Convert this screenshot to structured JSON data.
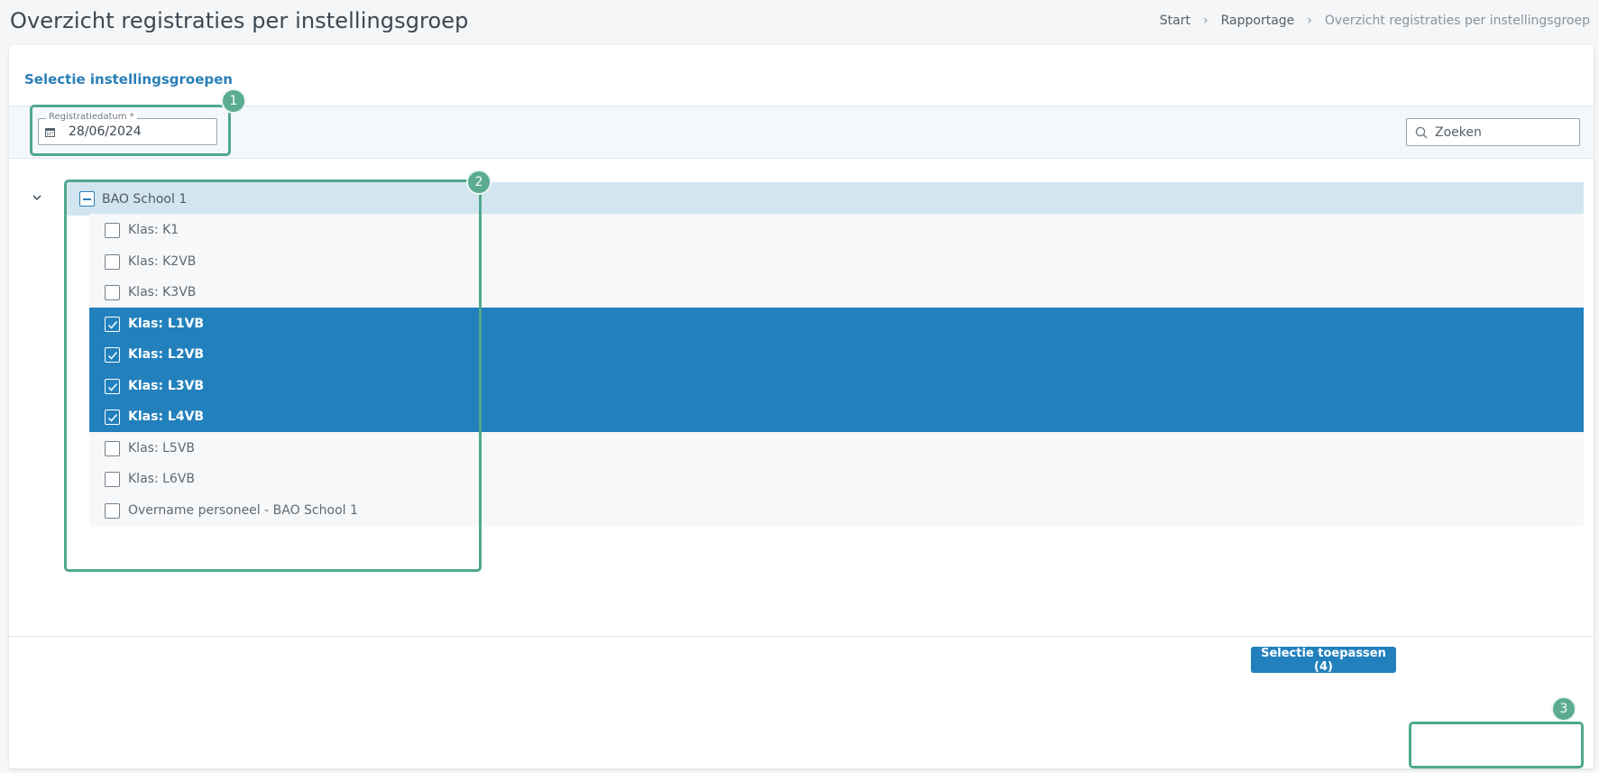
{
  "page": {
    "title": "Overzicht registraties per instellingsgroep",
    "breadcrumb": [
      {
        "label": "Start"
      },
      {
        "label": "Rapportage"
      },
      {
        "label": "Overzicht registraties per instellingsgroep"
      }
    ]
  },
  "card": {
    "title": "Selectie instellingsgroepen"
  },
  "filters": {
    "date_label": "Registratiedatum *",
    "date_value": "28/06/2024",
    "date_icon": "calendar-icon",
    "search_placeholder": "Zoeken",
    "search_icon": "search-icon"
  },
  "tree": {
    "group": {
      "label": "BAO School 1",
      "state": "indeterminate",
      "expanded": true
    },
    "items": [
      {
        "label": "Klas: K1",
        "checked": false
      },
      {
        "label": "Klas: K2VB",
        "checked": false
      },
      {
        "label": "Klas: K3VB",
        "checked": false
      },
      {
        "label": "Klas: L1VB",
        "checked": true
      },
      {
        "label": "Klas: L2VB",
        "checked": true
      },
      {
        "label": "Klas: L3VB",
        "checked": true
      },
      {
        "label": "Klas: L4VB",
        "checked": true
      },
      {
        "label": "Klas: L5VB",
        "checked": false
      },
      {
        "label": "Klas: L6VB",
        "checked": false
      },
      {
        "label": "Overname personeel - BAO School 1",
        "checked": false
      }
    ]
  },
  "footer": {
    "apply_label": "Selectie toepassen (4)"
  },
  "annotations": [
    {
      "number": "1"
    },
    {
      "number": "2"
    },
    {
      "number": "3"
    }
  ],
  "colors": {
    "accent": "#2281bd",
    "annotation": "#4fa88d",
    "group_row": "#d3e5f1"
  }
}
